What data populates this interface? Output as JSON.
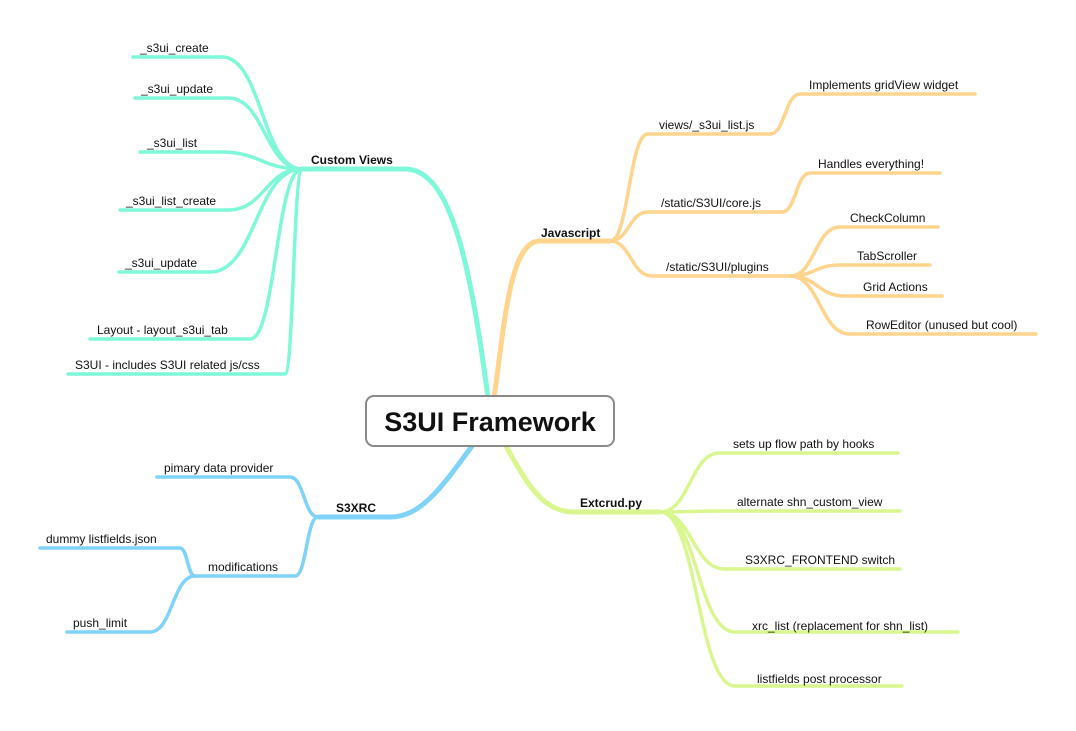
{
  "root": {
    "label": "S3UI Framework"
  },
  "colors": {
    "custom_views": "#7ff7d9",
    "javascript": "#ffd48c",
    "s3xrc": "#80d3f8",
    "extcrud": "#d9f78e"
  },
  "custom_views": {
    "label": "Custom Views",
    "children": [
      "_s3ui_create",
      "_s3ui_update",
      "_s3ui_list",
      "_s3ui_list_create",
      "_s3ui_update",
      "Layout - layout_s3ui_tab",
      "S3UI - includes S3UI related js/css"
    ]
  },
  "javascript": {
    "label": "Javascript",
    "children": [
      {
        "label": "views/_s3ui_list.js",
        "children": [
          "Implements gridView widget"
        ]
      },
      {
        "label": "/static/S3UI/core.js",
        "children": [
          "Handles everything!"
        ]
      },
      {
        "label": "/static/S3UI/plugins",
        "children": [
          "CheckColumn",
          "TabScroller",
          "Grid Actions",
          "RowEditor (unused but cool)"
        ]
      }
    ]
  },
  "s3xrc": {
    "label": "S3XRC",
    "children": [
      {
        "label": "pimary data provider"
      },
      {
        "label": "modifications",
        "children": [
          "dummy listfields.json",
          "push_limit"
        ]
      }
    ]
  },
  "extcrud": {
    "label": "Extcrud.py",
    "children": [
      "sets up flow path by hooks",
      "alternate shn_custom_view",
      "S3XRC_FRONTEND switch",
      "xrc_list (replacement for shn_list)",
      "listfields post processor"
    ]
  }
}
